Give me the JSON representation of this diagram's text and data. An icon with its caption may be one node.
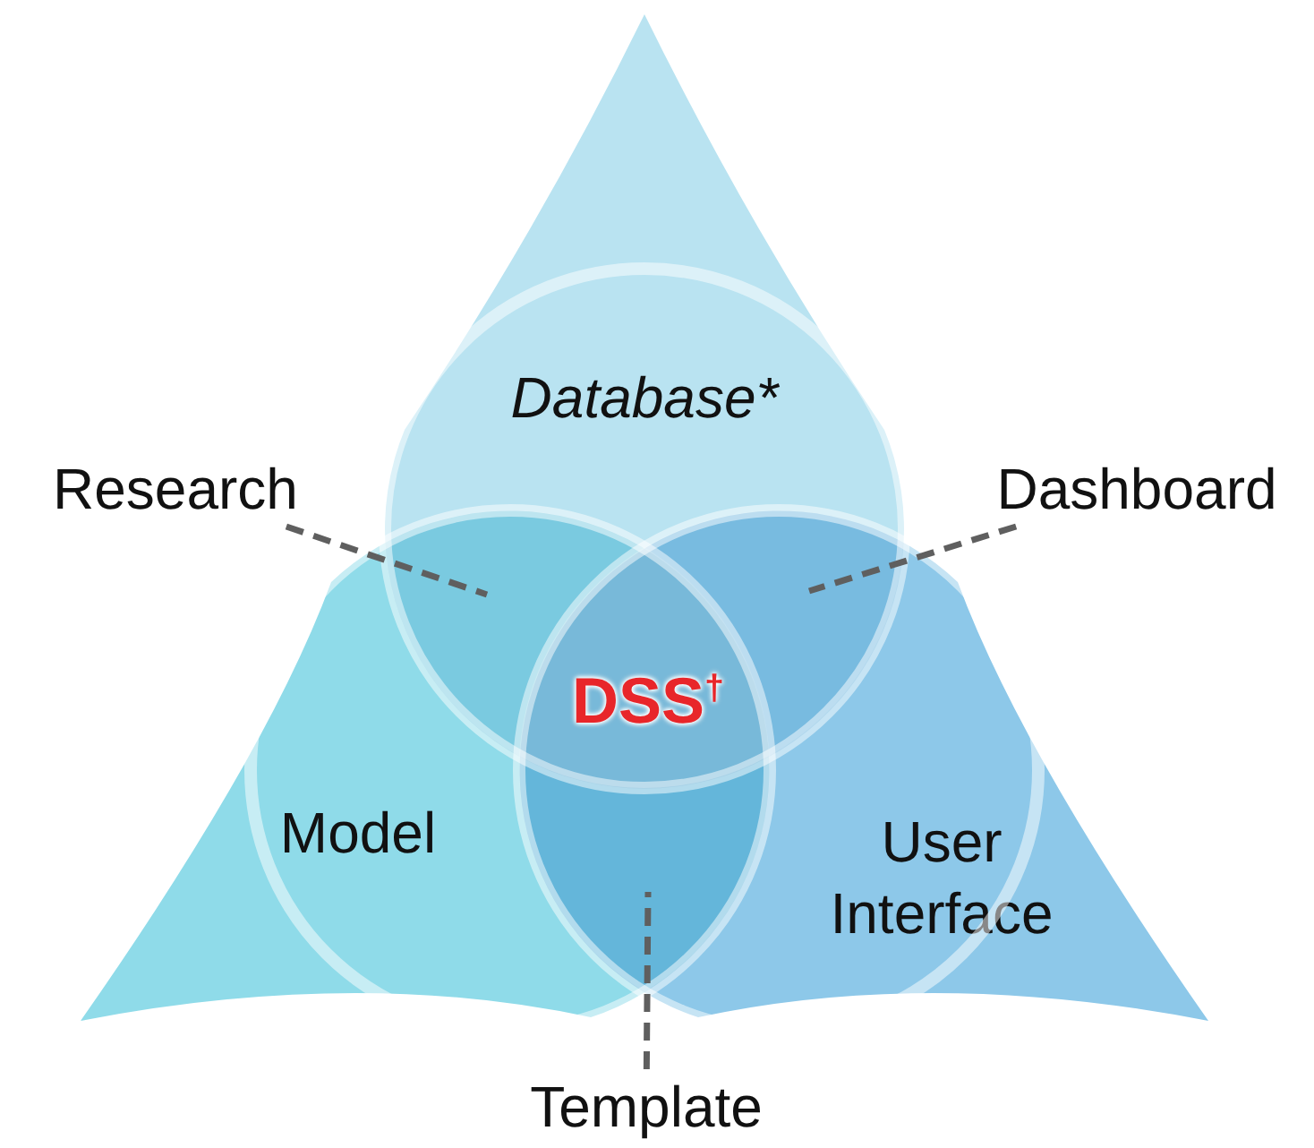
{
  "diagram": {
    "nodes": [
      {
        "text": [
          "Database*"
        ]
      },
      {
        "text": [
          "Model"
        ]
      },
      {
        "text": [
          "User Interface"
        ]
      },
      {
        "text": [
          "DSS$^{†}$"
        ]
      },
      {
        "text": [
          "Research"
        ]
      },
      {
        "text": [
          "Dashboard"
        ]
      },
      {
        "text": [
          "Template"
        ]
      },
      {
        "text": [],
        "shape": "lens"
      },
      {
        "text": [],
        "shape": "lens"
      },
      {
        "text": [],
        "shape": "lens"
      }
    ],
    "edges": [
      {
        "from": 4,
        "to": 7,
        "arrow": "none",
        "style": "dashed"
      },
      {
        "from": 5,
        "to": 8,
        "arrow": "none",
        "style": "dashed"
      },
      {
        "from": 6,
        "to": 9,
        "arrow": "none",
        "style": "dashed"
      }
    ]
  }
}
